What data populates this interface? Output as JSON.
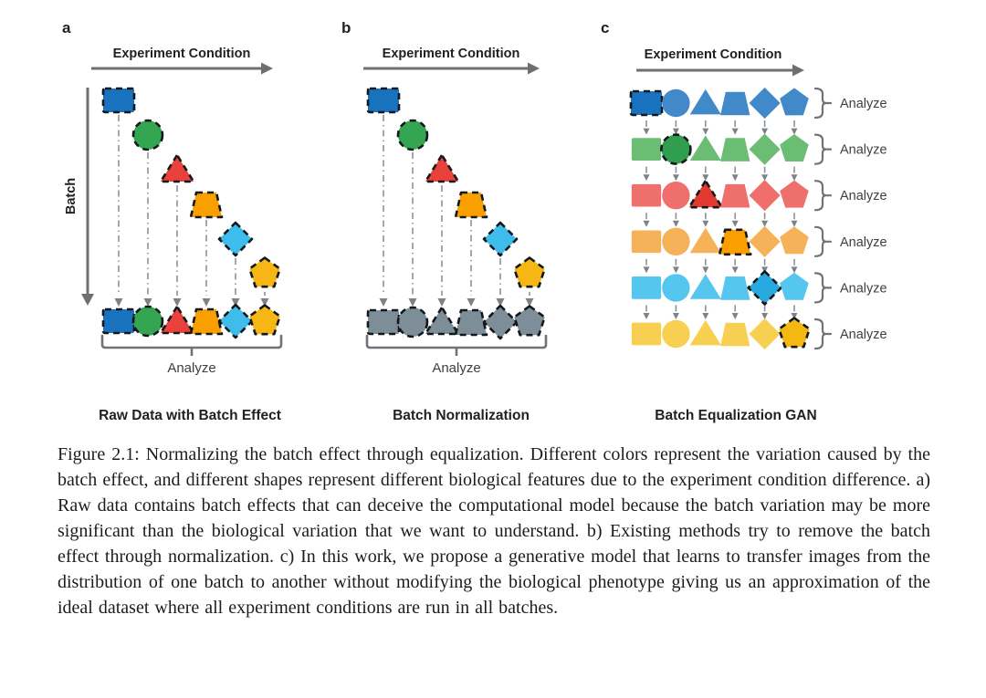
{
  "figure": {
    "shapes": [
      "square",
      "circle",
      "triangle",
      "trapezoid",
      "diamond",
      "pentagon"
    ],
    "panels": [
      {
        "label": "a",
        "x_axis_label": "Experiment Condition",
        "y_axis_label": "Batch",
        "analyze_label": "Analyze",
        "title": "Raw Data with Batch Effect"
      },
      {
        "label": "b",
        "x_axis_label": "Experiment Condition",
        "analyze_label": "Analyze",
        "title": "Batch Normalization"
      },
      {
        "label": "c",
        "x_axis_label": "Experiment Condition",
        "analyze_label": "Analyze",
        "analyze_rows": 6,
        "title": "Batch Equalization GAN"
      }
    ],
    "panel_a_colors": [
      "#1872bd",
      "#34a651",
      "#e8423a",
      "#f9a000",
      "#3ebdec",
      "#f6b715"
    ],
    "batch_colors": [
      "#1872bd",
      "#2f9e4e",
      "#e23a31",
      "#f99f00",
      "#28a9e0",
      "#f5b712"
    ],
    "light_colors": [
      "#4289ca",
      "#6cbd74",
      "#ef6f6d",
      "#f6b258",
      "#55c6ee",
      "#f7d051"
    ],
    "gray_color": "#7d8e99",
    "arrow_color": "#6f6f6f",
    "label_color": "#202124",
    "analyze_color": "#3c4043",
    "connector_color": "#8d9199"
  },
  "caption": {
    "text": "Figure 2.1: Normalizing the batch effect through equalization. Different colors represent the variation caused by the batch effect, and different shapes represent different biological features due to the experiment condition difference. a) Raw data contains batch effects that can deceive the computational model because the batch variation may be more significant than the biological variation that we want to understand. b) Existing methods try to remove the batch effect through normalization. c) In this work, we propose a generative model that learns to transfer images from the distribution of one batch to another without modifying the biological phenotype giving us an approximation of the ideal dataset where all experiment conditions are run in all batches."
  }
}
